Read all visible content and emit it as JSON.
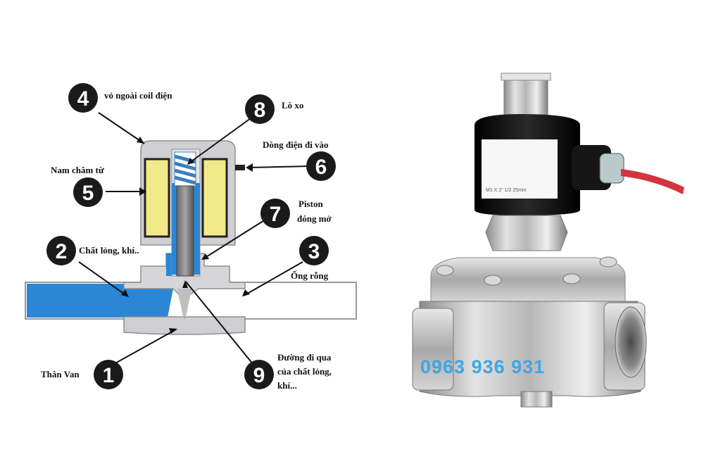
{
  "labels": {
    "1": "Thân Van",
    "2": "Chất lỏng, khí..",
    "3": "Ống rỗng",
    "4": "vỏ ngoài coil điện",
    "5": "Nam châm từ",
    "6": "Dòng điện đi vào",
    "7a": "Piston",
    "7b": "đóng mở",
    "8": "Lò xo",
    "9a": "Đường đi qua",
    "9b": "của chất lỏng,",
    "9c": "khí..."
  },
  "numbers": [
    "1",
    "2",
    "3",
    "4",
    "5",
    "6",
    "7",
    "8",
    "9"
  ],
  "product": {
    "label_text": "M1 X 1\" 1/2 25mm"
  },
  "phone": "0963 936 931",
  "colors": {
    "fluid": "#2b86d6",
    "coil": "#f2ea8a",
    "body": "#c9c9cb",
    "badge": "#1a1a1a",
    "phone": "#3ea6e6",
    "wire": "#d3353f"
  }
}
